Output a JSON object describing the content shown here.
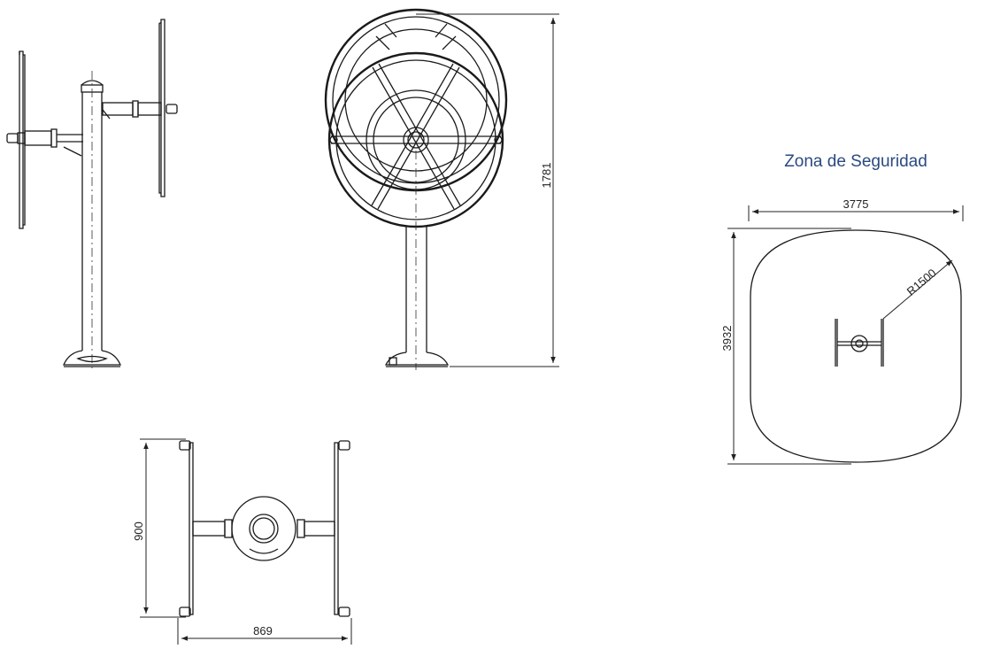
{
  "safety_zone": {
    "title": "Zona de Seguridad",
    "width_label": "3775",
    "height_label": "3932",
    "radius_label": "R1500"
  },
  "front_view": {
    "height_label": "1781"
  },
  "top_view": {
    "depth_label": "900",
    "width_label": "869"
  },
  "colors": {
    "line": "#1a1a1a",
    "title": "#2a4a7f"
  }
}
